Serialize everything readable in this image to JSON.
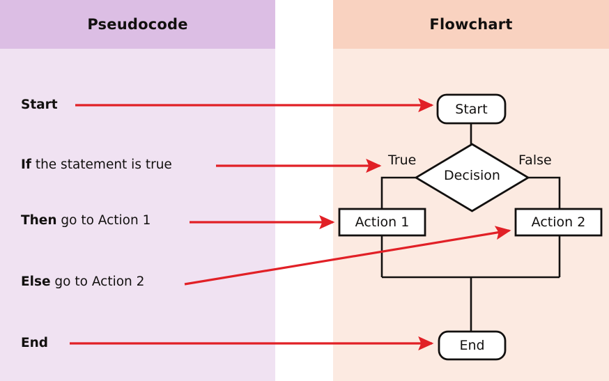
{
  "panels": {
    "left": {
      "title": "Pseudocode",
      "bg": "#f0e2f2",
      "header_bg": "#dcbee4"
    },
    "right": {
      "title": "Flowchart",
      "bg": "#fceae1",
      "header_bg": "#f9d2c0"
    }
  },
  "pseudocode": {
    "lines": [
      {
        "keyword": "Start",
        "rest": ""
      },
      {
        "keyword": "If",
        "rest": " the statement is true"
      },
      {
        "keyword": "Then",
        "rest": " go to Action 1"
      },
      {
        "keyword": "Else",
        "rest": " go to Action 2"
      },
      {
        "keyword": "End",
        "rest": ""
      }
    ]
  },
  "flowchart": {
    "nodes": [
      {
        "id": "start",
        "label": "Start",
        "shape": "rounded-terminator"
      },
      {
        "id": "decision",
        "label": "Decision",
        "shape": "diamond"
      },
      {
        "id": "action1",
        "label": "Action 1",
        "shape": "rectangle"
      },
      {
        "id": "action2",
        "label": "Action 2",
        "shape": "rectangle"
      },
      {
        "id": "end",
        "label": "End",
        "shape": "rounded-terminator"
      }
    ],
    "edge_labels": {
      "true": "True",
      "false": "False"
    },
    "node_fill": "#ffffff",
    "node_stroke": "#12100f"
  },
  "mapping_arrows": {
    "color": "#e12026",
    "connections": [
      {
        "from": "Start",
        "to": "Start box"
      },
      {
        "from": "If the statement is true",
        "to": "Decision diamond"
      },
      {
        "from": "Then go to Action 1",
        "to": "Action 1 box"
      },
      {
        "from": "Else go to Action 2",
        "to": "Action 2 box"
      },
      {
        "from": "End",
        "to": "End box"
      }
    ]
  }
}
